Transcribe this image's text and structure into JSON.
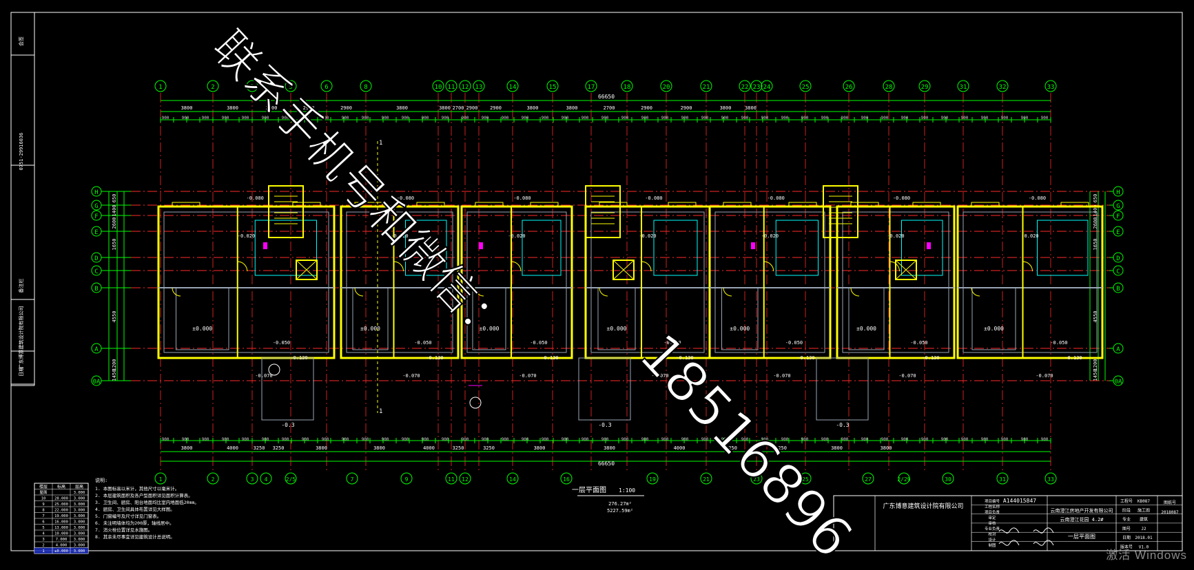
{
  "drawing": {
    "plan_title": "一层平面图",
    "plan_scale": "1:100",
    "plan_marker": "1",
    "area_line_1": "276.27m²",
    "area_line_2": "5227.59m²",
    "total_dim_top": "66650",
    "total_dim_bottom": "66650",
    "columns": [
      "1",
      "2",
      "3",
      "5",
      "6",
      "8",
      "10",
      "11",
      "12",
      "13",
      "14",
      "15",
      "17",
      "18",
      "20",
      "21",
      "22",
      "23",
      "24",
      "25",
      "26",
      "28",
      "29",
      "31",
      "32",
      "33"
    ],
    "columns_bottom": [
      "1",
      "2",
      "3",
      "4",
      "2/5",
      "7",
      "9",
      "11",
      "12",
      "14",
      "16",
      "19",
      "21",
      "23",
      "25",
      "27",
      "2/29",
      "30",
      "31",
      "33"
    ],
    "rows": [
      "H",
      "G",
      "F",
      "E",
      "D",
      "C",
      "B",
      "A",
      "0A"
    ],
    "bay_dims_top": [
      "3800",
      "3800",
      "2700",
      "2900",
      "2900",
      "3800",
      "3800",
      "2700",
      "2900",
      "2900",
      "3800",
      "3800",
      "2700",
      "2900",
      "2900",
      "3800",
      "3800"
    ],
    "bay_dims_bottom": [
      "3800",
      "4000",
      "3250",
      "3250",
      "3800",
      "3800",
      "4000",
      "3250",
      "3250",
      "3800",
      "3800",
      "4000",
      "3250",
      "3250",
      "3800",
      "3800"
    ],
    "row_dims_left": [
      "650",
      "1400",
      "2600",
      "1650",
      "4550",
      "1200",
      "1450"
    ],
    "elevations": [
      "±0.000",
      "-0.050",
      "-0.080",
      "-0.020",
      "-0.070",
      "-0.3",
      "-0.130"
    ]
  },
  "left_strip": {
    "labels": [
      "会签",
      "0751-29916036",
      "备注栏",
      "广东博意建筑设计院有限公司",
      "日期"
    ]
  },
  "notes": {
    "heading": "说明:",
    "lines": [
      "1. 本图标高以米计，其他尺寸以毫米计。",
      "2. 本层建筑面积及各户型面积详见面积计算表。",
      "3. 卫生间、厨房、阳台地面均比室内地面低20mm。",
      "4. 厨房、卫生间具体布置详见大样图。",
      "5. 门窗编号及尺寸详见门窗表。",
      "6. 未注明墙体均为200厚，轴线居中。",
      "7. 消火栓位置详见水施图。",
      "8. 其余未尽事宜详见建筑设计总说明。"
    ]
  },
  "revision_table": {
    "headers": [
      "楼层",
      "标高",
      "层高"
    ],
    "rows": [
      [
        "屋面",
        "",
        "3.000"
      ],
      [
        "10",
        "28.000",
        "3.000"
      ],
      [
        "9",
        "25.000",
        "3.000"
      ],
      [
        "8",
        "22.000",
        "3.000"
      ],
      [
        "7",
        "19.000",
        "3.000"
      ],
      [
        "6",
        "16.000",
        "3.000"
      ],
      [
        "5",
        "13.000",
        "3.000"
      ],
      [
        "4",
        "10.000",
        "3.000"
      ],
      [
        "3",
        "7.000",
        "3.000"
      ],
      [
        "2",
        "4.000",
        "3.000"
      ],
      [
        "1",
        "±0.000",
        "3.000"
      ]
    ]
  },
  "title_block": {
    "company": "广东博意建筑设计院有限公司",
    "cert_no": "A144015847",
    "client": "云南澄江房地产开发有限公司",
    "project": "云南澄江花园 4.2#",
    "drawing_name": "一层平面图",
    "code": "KB087",
    "stage": "施工图",
    "discipline": "建筑",
    "sheet": "J2",
    "date": "2018.01",
    "version": "V1.0",
    "drawing_no_label": "图纸号",
    "drawing_no": "2018087",
    "labels": [
      "项目编号",
      "工程名称",
      "项目负责",
      "审定",
      "审核",
      "专业负责",
      "校对",
      "设计",
      "制图"
    ],
    "right_labels": [
      "工程号",
      "阶段",
      "专业",
      "图号",
      "日期",
      "版本号"
    ]
  },
  "watermark": {
    "text_cn": "联系手机号和微信：",
    "text_num": "18516896"
  },
  "os_overlay": {
    "activate_text": "激活 Windows"
  },
  "colors": {
    "grid_green": "#00ff00",
    "axis_red": "#ff2a2a",
    "wall_yellow": "#ffff00",
    "wall_gray": "#9aa6b6",
    "fixture_cyan": "#00ffff",
    "accent_magenta": "#ff00ff",
    "watermark_white": "#ffffff",
    "background": "#000000"
  }
}
